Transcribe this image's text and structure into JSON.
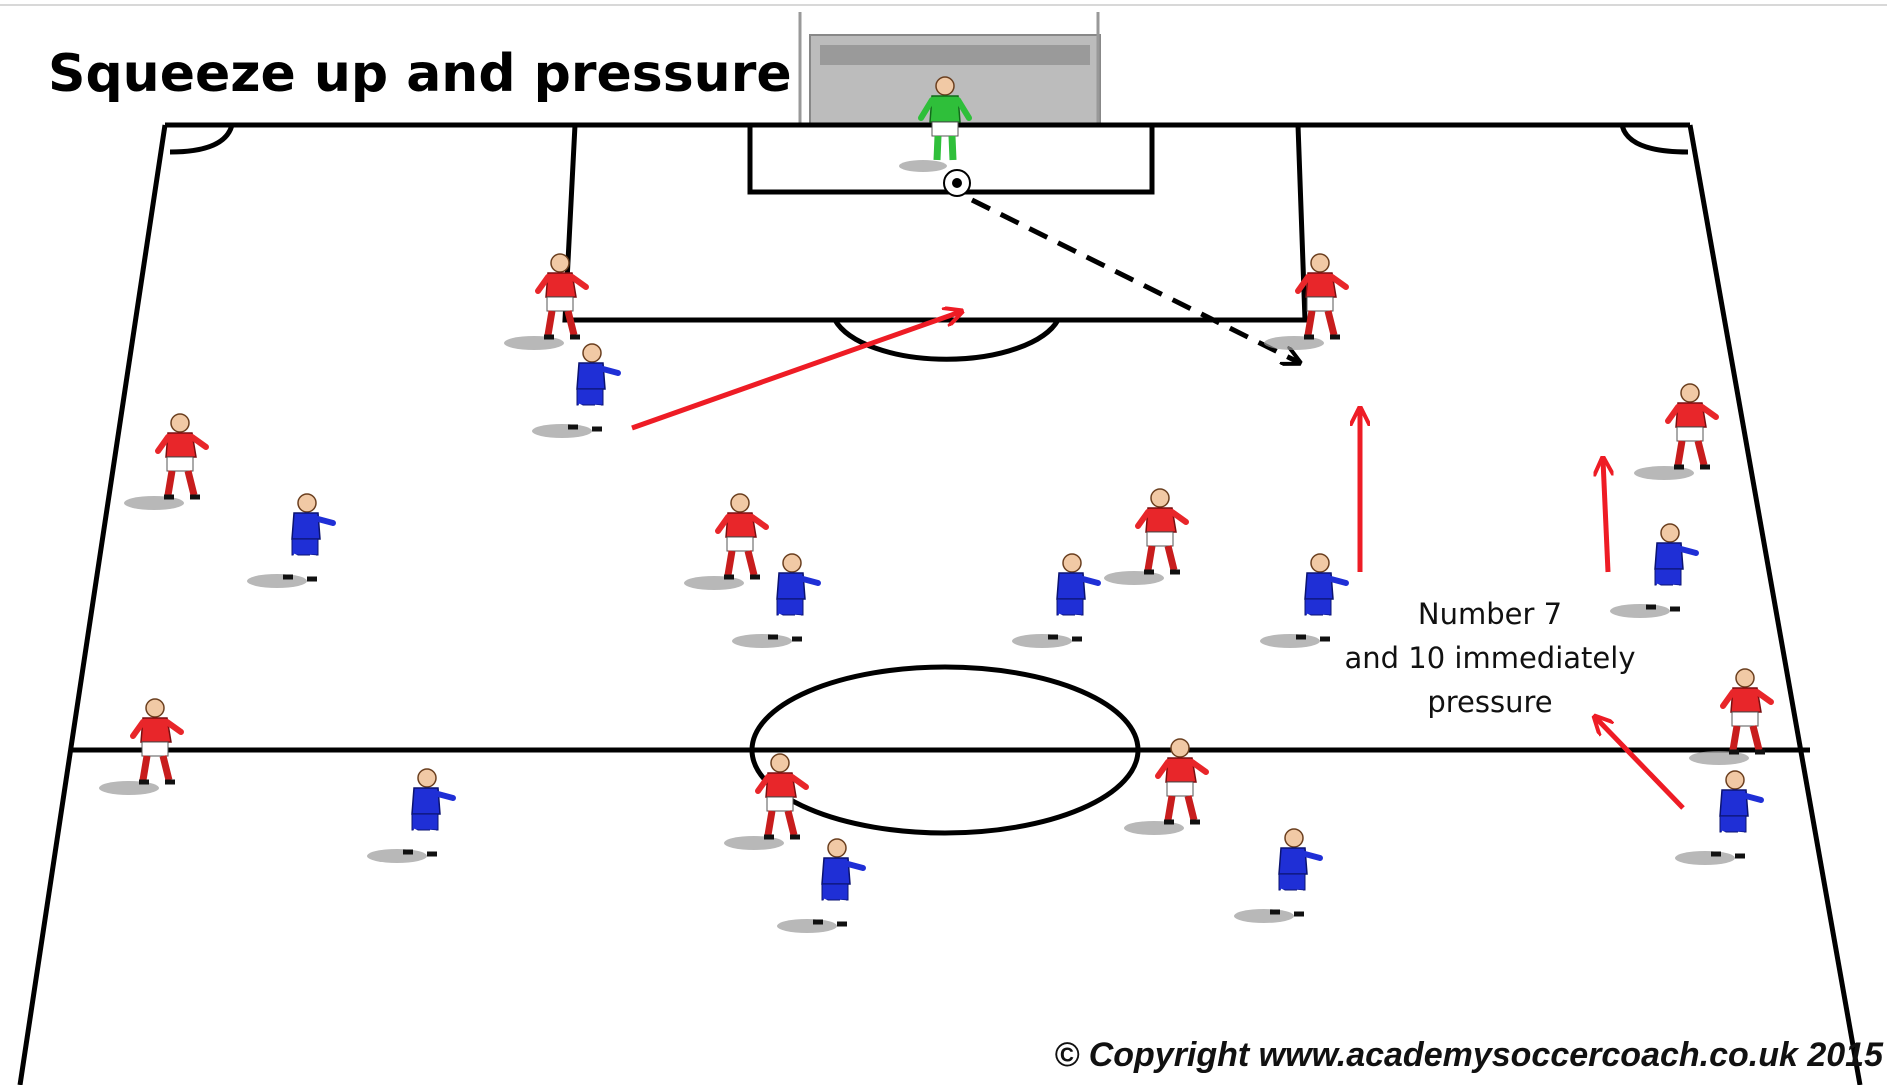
{
  "title": "Squeeze up and pressure",
  "annotation": {
    "lines": [
      "Number 7",
      "and 10 immediately",
      "pressure"
    ]
  },
  "copyright": "© Copyright www.academysoccercoach.co.uk 2015",
  "colors": {
    "red_team": "#e8262a",
    "blue_team": "#1f2fd6",
    "goalkeeper": "#2fbf3a",
    "pressure_arrow": "#ee1c25",
    "pass_arrow": "#000000"
  }
}
